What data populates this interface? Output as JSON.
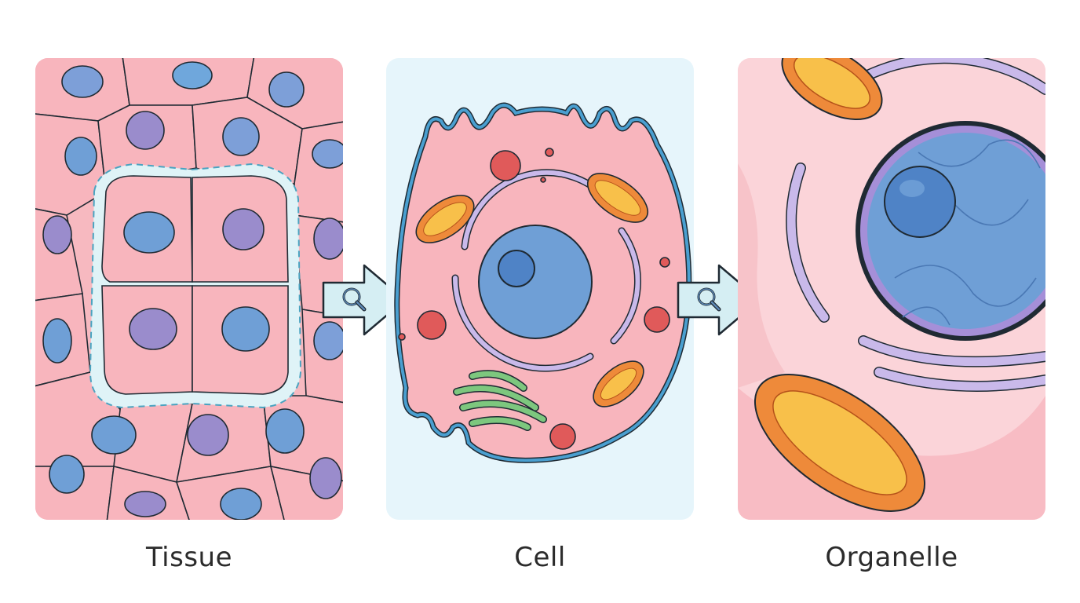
{
  "diagram": {
    "type": "zoom-hierarchy",
    "stages": [
      {
        "id": "tissue",
        "label": "Tissue",
        "background": "#f7b9c0"
      },
      {
        "id": "cell",
        "label": "Cell",
        "background": "#e6f5fb"
      },
      {
        "id": "organelle",
        "label": "Organelle",
        "background": "#fbd4d9"
      }
    ],
    "connectors": [
      {
        "from": "tissue",
        "to": "cell",
        "icon": "magnifier-icon"
      },
      {
        "from": "cell",
        "to": "organelle",
        "icon": "magnifier-icon"
      }
    ]
  },
  "colors": {
    "cell_pink": "#f7b3bb",
    "nucleus_blue": "#6f9fd6",
    "nucleus_purple": "#9a8ccc",
    "membrane_blue": "#4a9fd0",
    "mitochondria_orange": "#ee8a3a",
    "mitochondria_yellow": "#f8c04a",
    "er_lavender": "#c9b9ea",
    "golgi_green": "#7dc77e",
    "lysosome_red": "#e05a5a",
    "arrow_fill": "#d5eef3",
    "outline": "#1f2a33"
  }
}
